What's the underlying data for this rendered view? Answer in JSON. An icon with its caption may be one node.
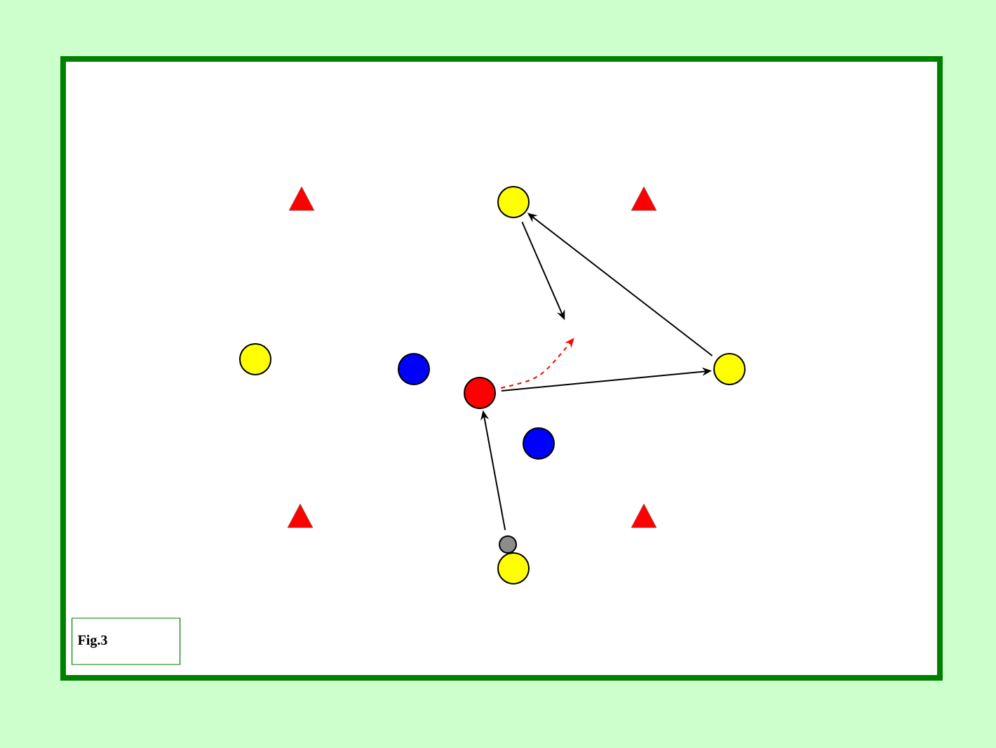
{
  "diagram": {
    "nodes": [
      {
        "text": [],
        "shape": "circle"
      },
      {
        "text": [],
        "shape": "circle"
      },
      {
        "text": [],
        "shape": "circle"
      },
      {
        "text": [],
        "shape": "circle"
      },
      {
        "text": [],
        "shape": "circle"
      },
      {
        "text": [],
        "shape": "circle"
      },
      {
        "text": [],
        "shape": "circle"
      },
      {
        "text": [],
        "shape": "circle"
      },
      {
        "text": [
          "Fig.3"
        ]
      }
    ],
    "edges": [
      {
        "from": 6,
        "to": 4,
        "arrow": "to"
      },
      {
        "from": 4,
        "to": 3,
        "arrow": "to"
      },
      {
        "from": 3,
        "to": 0,
        "arrow": "to"
      },
      {
        "from": 0,
        "to": null,
        "arrow": "to"
      },
      {
        "from": 4,
        "to": null,
        "arrow": "to",
        "style": "dashed",
        "color": "#ff0000"
      }
    ]
  }
}
